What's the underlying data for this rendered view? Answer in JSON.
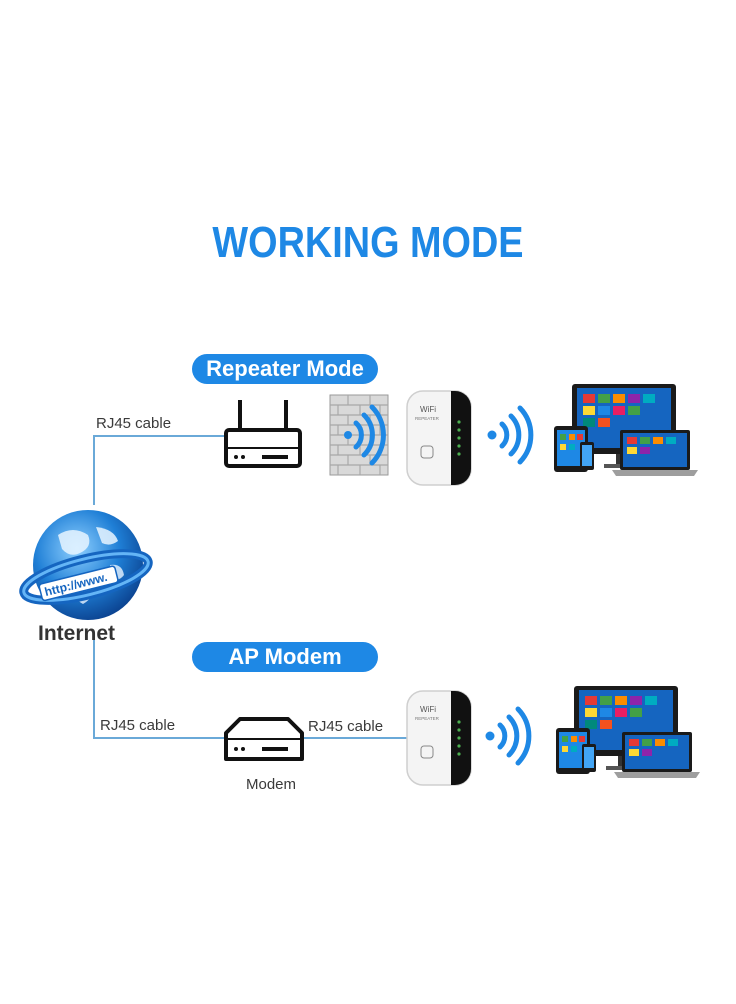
{
  "title": "WORKING MODE",
  "modes": {
    "repeater": "Repeater Mode",
    "ap": "AP Modem"
  },
  "cables": {
    "top": "RJ45 cable",
    "bottom_left": "RJ45 cable",
    "bottom_right": "RJ45 cable"
  },
  "internet_label": "Internet",
  "globe_text": "http://www.",
  "modem_label": "Modem",
  "device_text": {
    "brand": "WiFi",
    "subtitle": "REPEATER"
  },
  "icons": [
    "globe-icon",
    "router-icon",
    "wall-icon",
    "wifi-signal-icon",
    "repeater-device-icon",
    "modem-icon",
    "devices-icon"
  ],
  "colors": {
    "accent": "#1e88e5",
    "line": "#6aa9d8",
    "text": "#333333"
  }
}
